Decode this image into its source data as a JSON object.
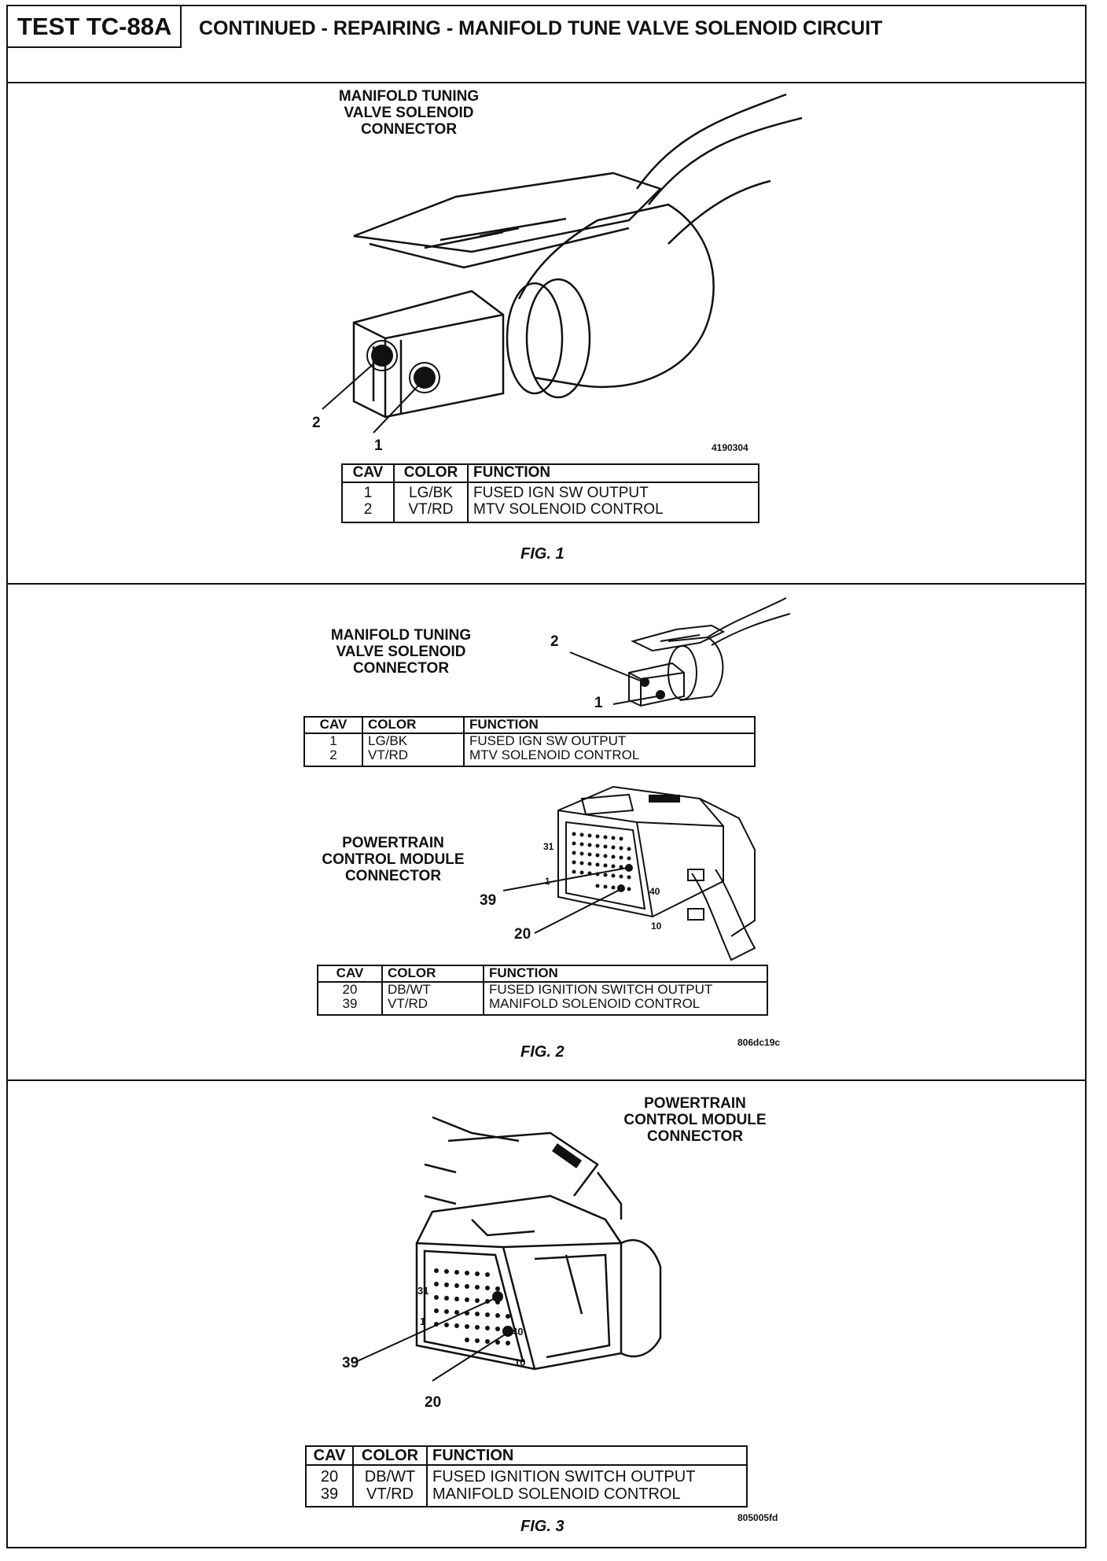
{
  "header": {
    "test_id": "TEST TC-88A",
    "title": "CONTINUED - REPAIRING - MANIFOLD TUNE VALVE SOLENOID CIRCUIT"
  },
  "fig1": {
    "label_lines": [
      "MANIFOLD TUNING",
      "VALVE SOLENOID",
      "CONNECTOR"
    ],
    "pin_labels": [
      "2",
      "1"
    ],
    "image_code": "4190304",
    "table": {
      "headers": [
        "CAV",
        "COLOR",
        "FUNCTION"
      ],
      "rows": [
        {
          "cav": "1",
          "color": "LG/BK",
          "function": "FUSED IGN SW OUTPUT"
        },
        {
          "cav": "2",
          "color": "VT/RD",
          "function": "MTV SOLENOID CONTROL"
        }
      ]
    },
    "caption": "FIG. 1"
  },
  "fig2": {
    "mtv_label_lines": [
      "MANIFOLD TUNING",
      "VALVE SOLENOID",
      "CONNECTOR"
    ],
    "mtv_pin_labels": [
      "2",
      "1"
    ],
    "mtv_table": {
      "headers": [
        "CAV",
        "COLOR",
        "FUNCTION"
      ],
      "rows": [
        {
          "cav": "1",
          "color": "LG/BK",
          "function": "FUSED IGN SW OUTPUT"
        },
        {
          "cav": "2",
          "color": "VT/RD",
          "function": "MTV SOLENOID CONTROL"
        }
      ]
    },
    "pcm_label_lines": [
      "POWERTRAIN",
      "CONTROL MODULE",
      "CONNECTOR"
    ],
    "pcm_pin_labels": {
      "a": "39",
      "b": "20"
    },
    "pcm_face_labels": {
      "p31": "31",
      "p1": "1",
      "p40": "40",
      "p10": "10"
    },
    "pcm_table": {
      "headers": [
        "CAV",
        "COLOR",
        "FUNCTION"
      ],
      "rows": [
        {
          "cav": "20",
          "color": "DB/WT",
          "function": "FUSED IGNITION SWITCH OUTPUT"
        },
        {
          "cav": "39",
          "color": "VT/RD",
          "function": "MANIFOLD SOLENOID CONTROL"
        }
      ]
    },
    "image_code": "806dc19c",
    "caption": "FIG. 2"
  },
  "fig3": {
    "label_lines": [
      "POWERTRAIN",
      "CONTROL MODULE",
      "CONNECTOR"
    ],
    "pin_labels": {
      "a": "39",
      "b": "20"
    },
    "face_labels": {
      "p31": "31",
      "p1": "1",
      "p40": "40",
      "p10": "10"
    },
    "table": {
      "headers": [
        "CAV",
        "COLOR",
        "FUNCTION"
      ],
      "rows": [
        {
          "cav": "20",
          "color": "DB/WT",
          "function": "FUSED IGNITION SWITCH OUTPUT"
        },
        {
          "cav": "39",
          "color": "VT/RD",
          "function": "MANIFOLD SOLENOID CONTROL"
        }
      ]
    },
    "image_code": "805005fd",
    "caption": "FIG. 3"
  }
}
